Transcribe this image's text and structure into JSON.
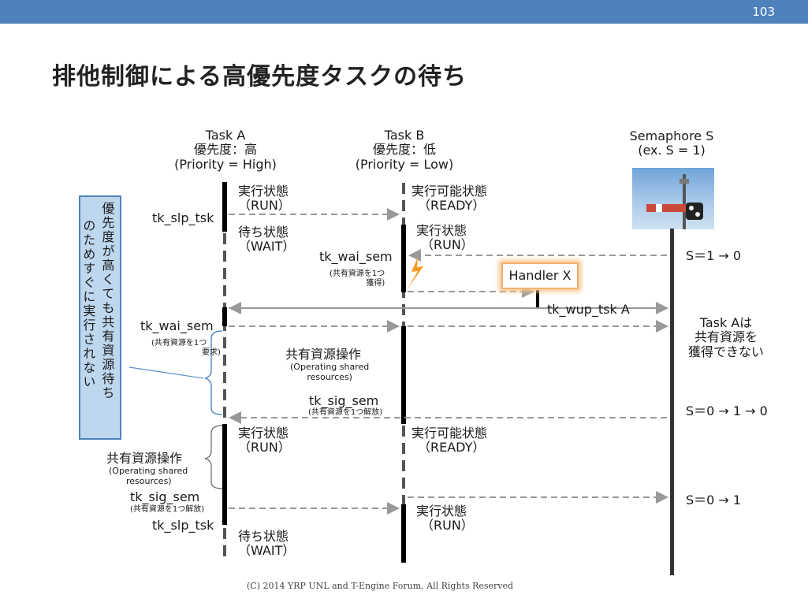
{
  "header": {
    "page_number": "103"
  },
  "slide": {
    "title": "排他制御による高優先度タスクの待ち"
  },
  "columns": {
    "task_a": {
      "name": "Task A",
      "priority_jp": "優先度：高",
      "priority_en": "(Priority = High)"
    },
    "task_b": {
      "name": "Task B",
      "priority_jp": "優先度：低",
      "priority_en": "(Priority = Low)"
    },
    "semaphore": {
      "name": "Semaphore S",
      "example": "(ex. S = 1)"
    }
  },
  "side_note": {
    "col1": "のためすぐに実行されない",
    "col2": "優先度が高くても共有資源待ち"
  },
  "task_a_events": {
    "slp1": "tk_slp_tsk",
    "run1_jp": "実行状態",
    "run1_en": "（RUN）",
    "wait1_jp": "待ち状態",
    "wait1_en": "（WAIT）",
    "wai_sem": "tk_wai_sem",
    "wai_sem_note1": "(共有資源を1つ",
    "wai_sem_note2": "要求)",
    "run2_jp": "実行状態",
    "run2_en": "（RUN）",
    "shared_op_jp": "共有資源操作",
    "shared_op_en1": "(Operating shared",
    "shared_op_en2": "resources)",
    "sig_sem": "tk_sig_sem",
    "sig_sem_note": "(共有資源を1つ解放)",
    "slp2": "tk_slp_tsk",
    "wait2_jp": "待ち状態",
    "wait2_en": "（WAIT）"
  },
  "task_b_events": {
    "ready1_jp": "実行可能状態",
    "ready1_en": "（READY）",
    "run1_jp": "実行状態",
    "run1_en": "（RUN）",
    "wai_sem": "tk_wai_sem",
    "wai_sem_note1": "(共有資源を1つ",
    "wai_sem_note2": "獲得)",
    "shared_op_jp": "共有資源操作",
    "shared_op_en1": "(Operating shared",
    "shared_op_en2": "resources)",
    "sig_sem": "tk_sig_sem",
    "sig_sem_note": "(共有資源を1つ解放)",
    "ready2_jp": "実行可能状態",
    "ready2_en": "（READY）",
    "run2_jp": "実行状態",
    "run2_en": "（RUN）"
  },
  "handler": {
    "label": "Handler X",
    "wup": "tk_wup_tsk A"
  },
  "semaphore_events": {
    "s1": "S＝1 → 0",
    "note1": "Task Aは",
    "note2": "共有資源を",
    "note3": "獲得できない",
    "s2": "S＝0 → 1 → 0",
    "s3": "S＝0 → 1"
  },
  "colors": {
    "header": "#4f81bd",
    "side_box": "#bdd7ee",
    "arrow": "#999999",
    "lightning": "#f59a23",
    "handler_glow": "#f7c48f"
  },
  "footer": {
    "copyright": "(C) 2014 YRP UNL and T-Engine Forum, All Rights Reserved"
  }
}
